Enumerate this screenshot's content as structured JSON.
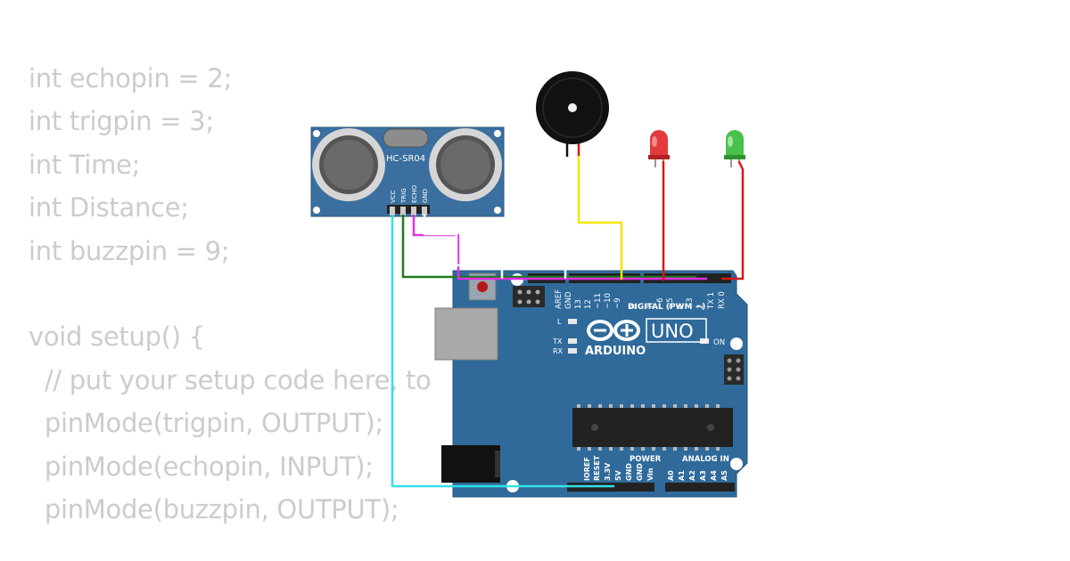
{
  "code_lines": [
    "int echopin = 2;",
    "int trigpin = 3;",
    "int Time;",
    "int Distance;",
    "int buzzpin = 9;",
    "",
    "void setup() {",
    "  // put your setup code here, to",
    "  pinMode(trigpin, OUTPUT);",
    "  pinMode(echopin, INPUT);",
    "  pinMode(buzzpin, OUTPUT);"
  ],
  "sensor": {
    "model": "HC-SR04",
    "pins": [
      "VCC",
      "TRIG",
      "ECHO",
      "GND"
    ]
  },
  "board": {
    "model": "UNO",
    "brand": "ARDUINO",
    "digital_label": "DIGITAL (PWM ~)",
    "top_pins": [
      "AREF",
      "GND",
      "13",
      "12",
      "~11",
      "~10",
      "~9",
      "8",
      "7",
      "~6",
      "~5",
      "4",
      "~3",
      "2",
      "TX 1",
      "RX 0"
    ],
    "power_label": "POWER",
    "power_pins": [
      "IOREF",
      "RESET",
      "3.3V",
      "5V",
      "GND",
      "GND",
      "Vin"
    ],
    "analog_label": "ANALOG IN",
    "analog_pins": [
      "A0",
      "A1",
      "A2",
      "A3",
      "A4",
      "A5"
    ],
    "led_labels": [
      "L",
      "TX",
      "RX"
    ],
    "on_label": "ON"
  },
  "colors": {
    "board": "#2f6a9a",
    "sensor": "#3a6f9f",
    "wire_vcc": "#33e0e8",
    "wire_trig": "#1c7a1c",
    "wire_echo": "#e030e0",
    "wire_gnd": "#ffffff",
    "wire_buzzer": "#f2e600",
    "wire_led": "#d81818",
    "led_red": "#e23a3a",
    "led_green": "#49c24a"
  }
}
